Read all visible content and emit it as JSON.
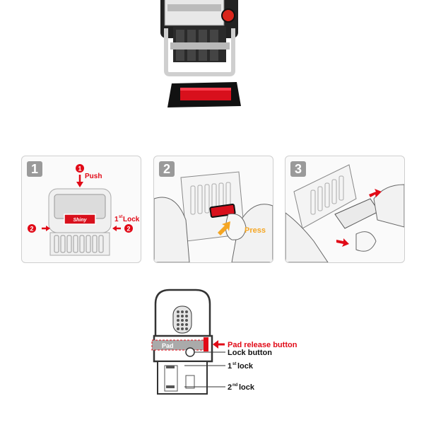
{
  "colors": {
    "accent": "#e10a17",
    "orange": "#f5a623",
    "steps_badge": "#9a9a9a"
  },
  "steps": [
    {
      "number": "1",
      "labels": {
        "push": "Push",
        "lock1": "1",
        "lock1_sup": "st",
        "lock1_word": "Lock",
        "marker_1": "1",
        "marker_2_left": "2",
        "marker_2_right": "2"
      },
      "brand": "Shiny"
    },
    {
      "number": "2",
      "labels": {
        "press": "Press"
      }
    },
    {
      "number": "3"
    }
  ],
  "diagram": {
    "pad_label": "Pad",
    "callouts": {
      "pad_release": "Pad release button",
      "lock_button": "Lock button",
      "lock1_num": "1",
      "lock1_sup": "st",
      "lock1_word": "lock",
      "lock2_num": "2",
      "lock2_sup": "nd",
      "lock2_word": "lock"
    }
  }
}
